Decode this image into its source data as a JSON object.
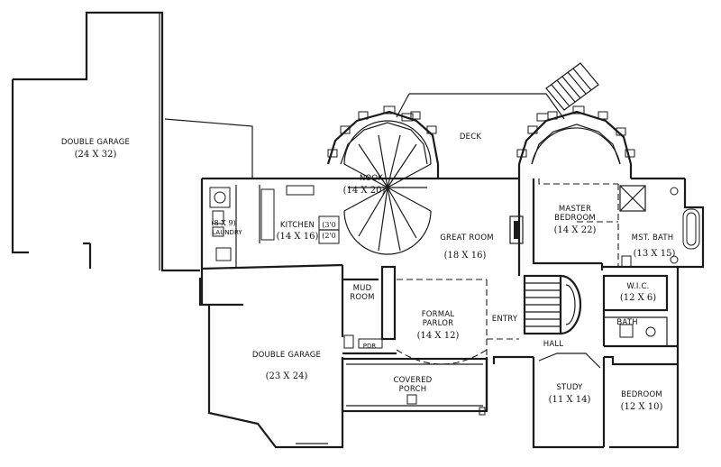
{
  "rooms": {
    "double_garage_left": {
      "name": "DOUBLE GARAGE",
      "size": "(24 X 32)"
    },
    "nook": {
      "name": "NOOK",
      "size": "(14 X 20)"
    },
    "deck": {
      "name": "DECK"
    },
    "master_bedroom": {
      "name_line1": "MASTER",
      "name_line2": "BEDROOM",
      "size": "(14 X 22)"
    },
    "laundry": {
      "size": "(8 X 9)",
      "name": "LAUNDRY"
    },
    "kitchen": {
      "name": "KITCHEN",
      "size": "(14 X 16)"
    },
    "pantry": {
      "line1": "(3'0",
      "line2": "(2'0"
    },
    "great_room": {
      "name": "GREAT ROOM",
      "size": "(18 X 16)"
    },
    "master_bath": {
      "name": "MST. BATH",
      "size": "(13 X 15)"
    },
    "wic": {
      "name": "W.I.C.",
      "size": "(12 X 6)"
    },
    "mud_room": {
      "name_line1": "MUD",
      "name_line2": "ROOM"
    },
    "formal_parlor": {
      "name_line1": "FORMAL",
      "name_line2": "PARLOR",
      "size": "(14 X 12)"
    },
    "entry": {
      "name": "ENTRY"
    },
    "hall": {
      "name": "HALL"
    },
    "bath": {
      "name": "BATH"
    },
    "powder": {
      "name": "PDR"
    },
    "double_garage_bottom": {
      "name": "DOUBLE GARAGE",
      "size": "(23 X 24)"
    },
    "covered_porch": {
      "name_line1": "COVERED",
      "name_line2": "PORCH"
    },
    "study": {
      "name": "STUDY",
      "size": "(11 X 14)"
    },
    "bedroom": {
      "name": "BEDROOM",
      "size": "(12 X 10)"
    }
  }
}
